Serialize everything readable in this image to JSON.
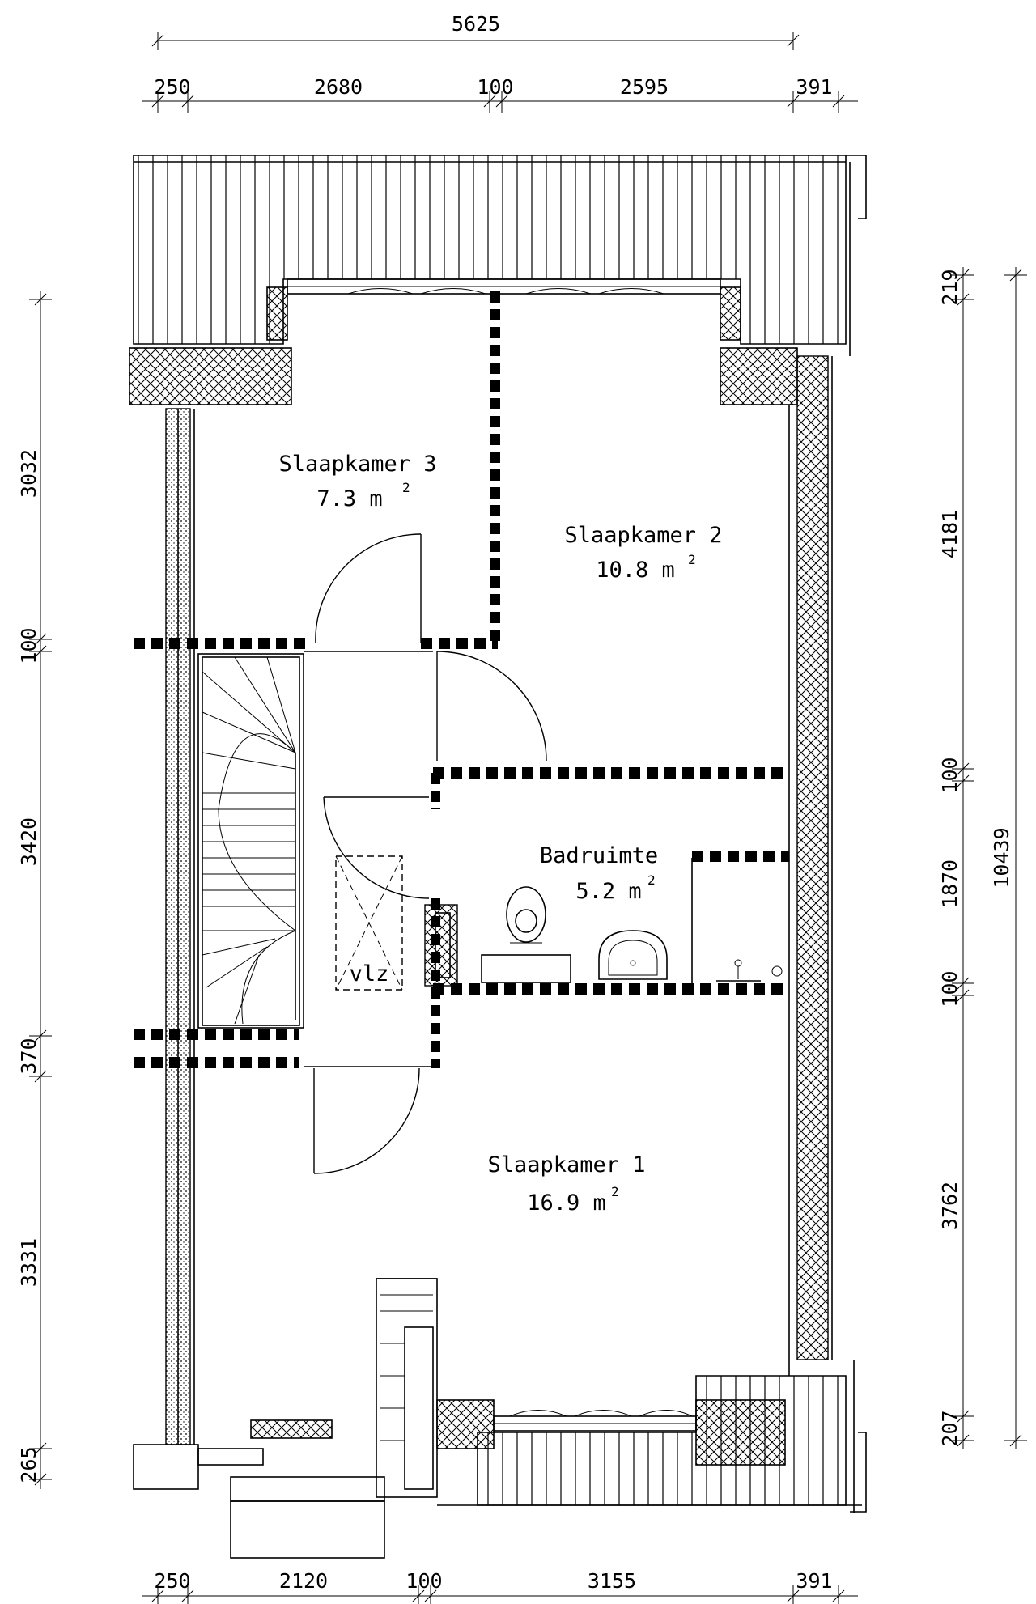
{
  "dimensions": {
    "top_total": "5625",
    "top_segments": [
      "250",
      "2680",
      "100",
      "2595",
      "391"
    ],
    "bottom_segments": [
      "250",
      "2120",
      "100",
      "3155",
      "391"
    ],
    "left_segments": [
      "3032",
      "100",
      "3420",
      "370",
      "3331",
      "265"
    ],
    "right_segments": [
      "219",
      "4181",
      "100",
      "1870",
      "100",
      "3762",
      "207"
    ],
    "right_total": "10439"
  },
  "rooms": {
    "slaapkamer3": {
      "name": "Slaapkamer 3",
      "area": "7.3 m",
      "sup": "2"
    },
    "slaapkamer2": {
      "name": "Slaapkamer 2",
      "area": "10.8 m",
      "sup": "2"
    },
    "badruimte": {
      "name": "Badruimte",
      "area": "5.2 m",
      "sup": "2"
    },
    "slaapkamer1": {
      "name": "Slaapkamer 1",
      "area": "16.9 m",
      "sup": "2"
    }
  },
  "labels": {
    "vlz": "vlz"
  }
}
